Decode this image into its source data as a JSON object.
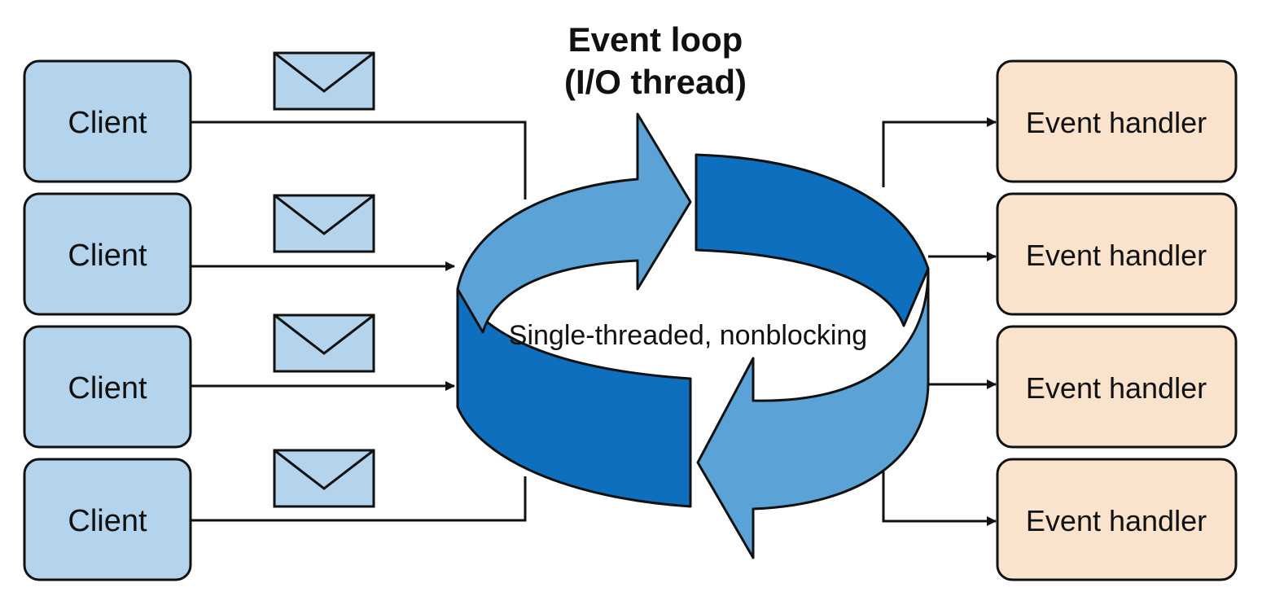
{
  "title": {
    "line1": "Event loop",
    "line2": "(I/O thread)"
  },
  "center_label": "Single-threaded, nonblocking",
  "clients": [
    {
      "label": "Client"
    },
    {
      "label": "Client"
    },
    {
      "label": "Client"
    },
    {
      "label": "Client"
    }
  ],
  "handlers": [
    {
      "label": "Event handler"
    },
    {
      "label": "Event handler"
    },
    {
      "label": "Event handler"
    },
    {
      "label": "Event handler"
    }
  ],
  "colors": {
    "client_fill": "#b3d4ec",
    "handler_fill": "#fae3cc",
    "envelope_fill": "#b3d4ec",
    "loop_light": "#5ba2d6",
    "loop_dark": "#0d6fbd",
    "stroke": "#111111"
  },
  "icons": {
    "message": "envelope-icon"
  }
}
